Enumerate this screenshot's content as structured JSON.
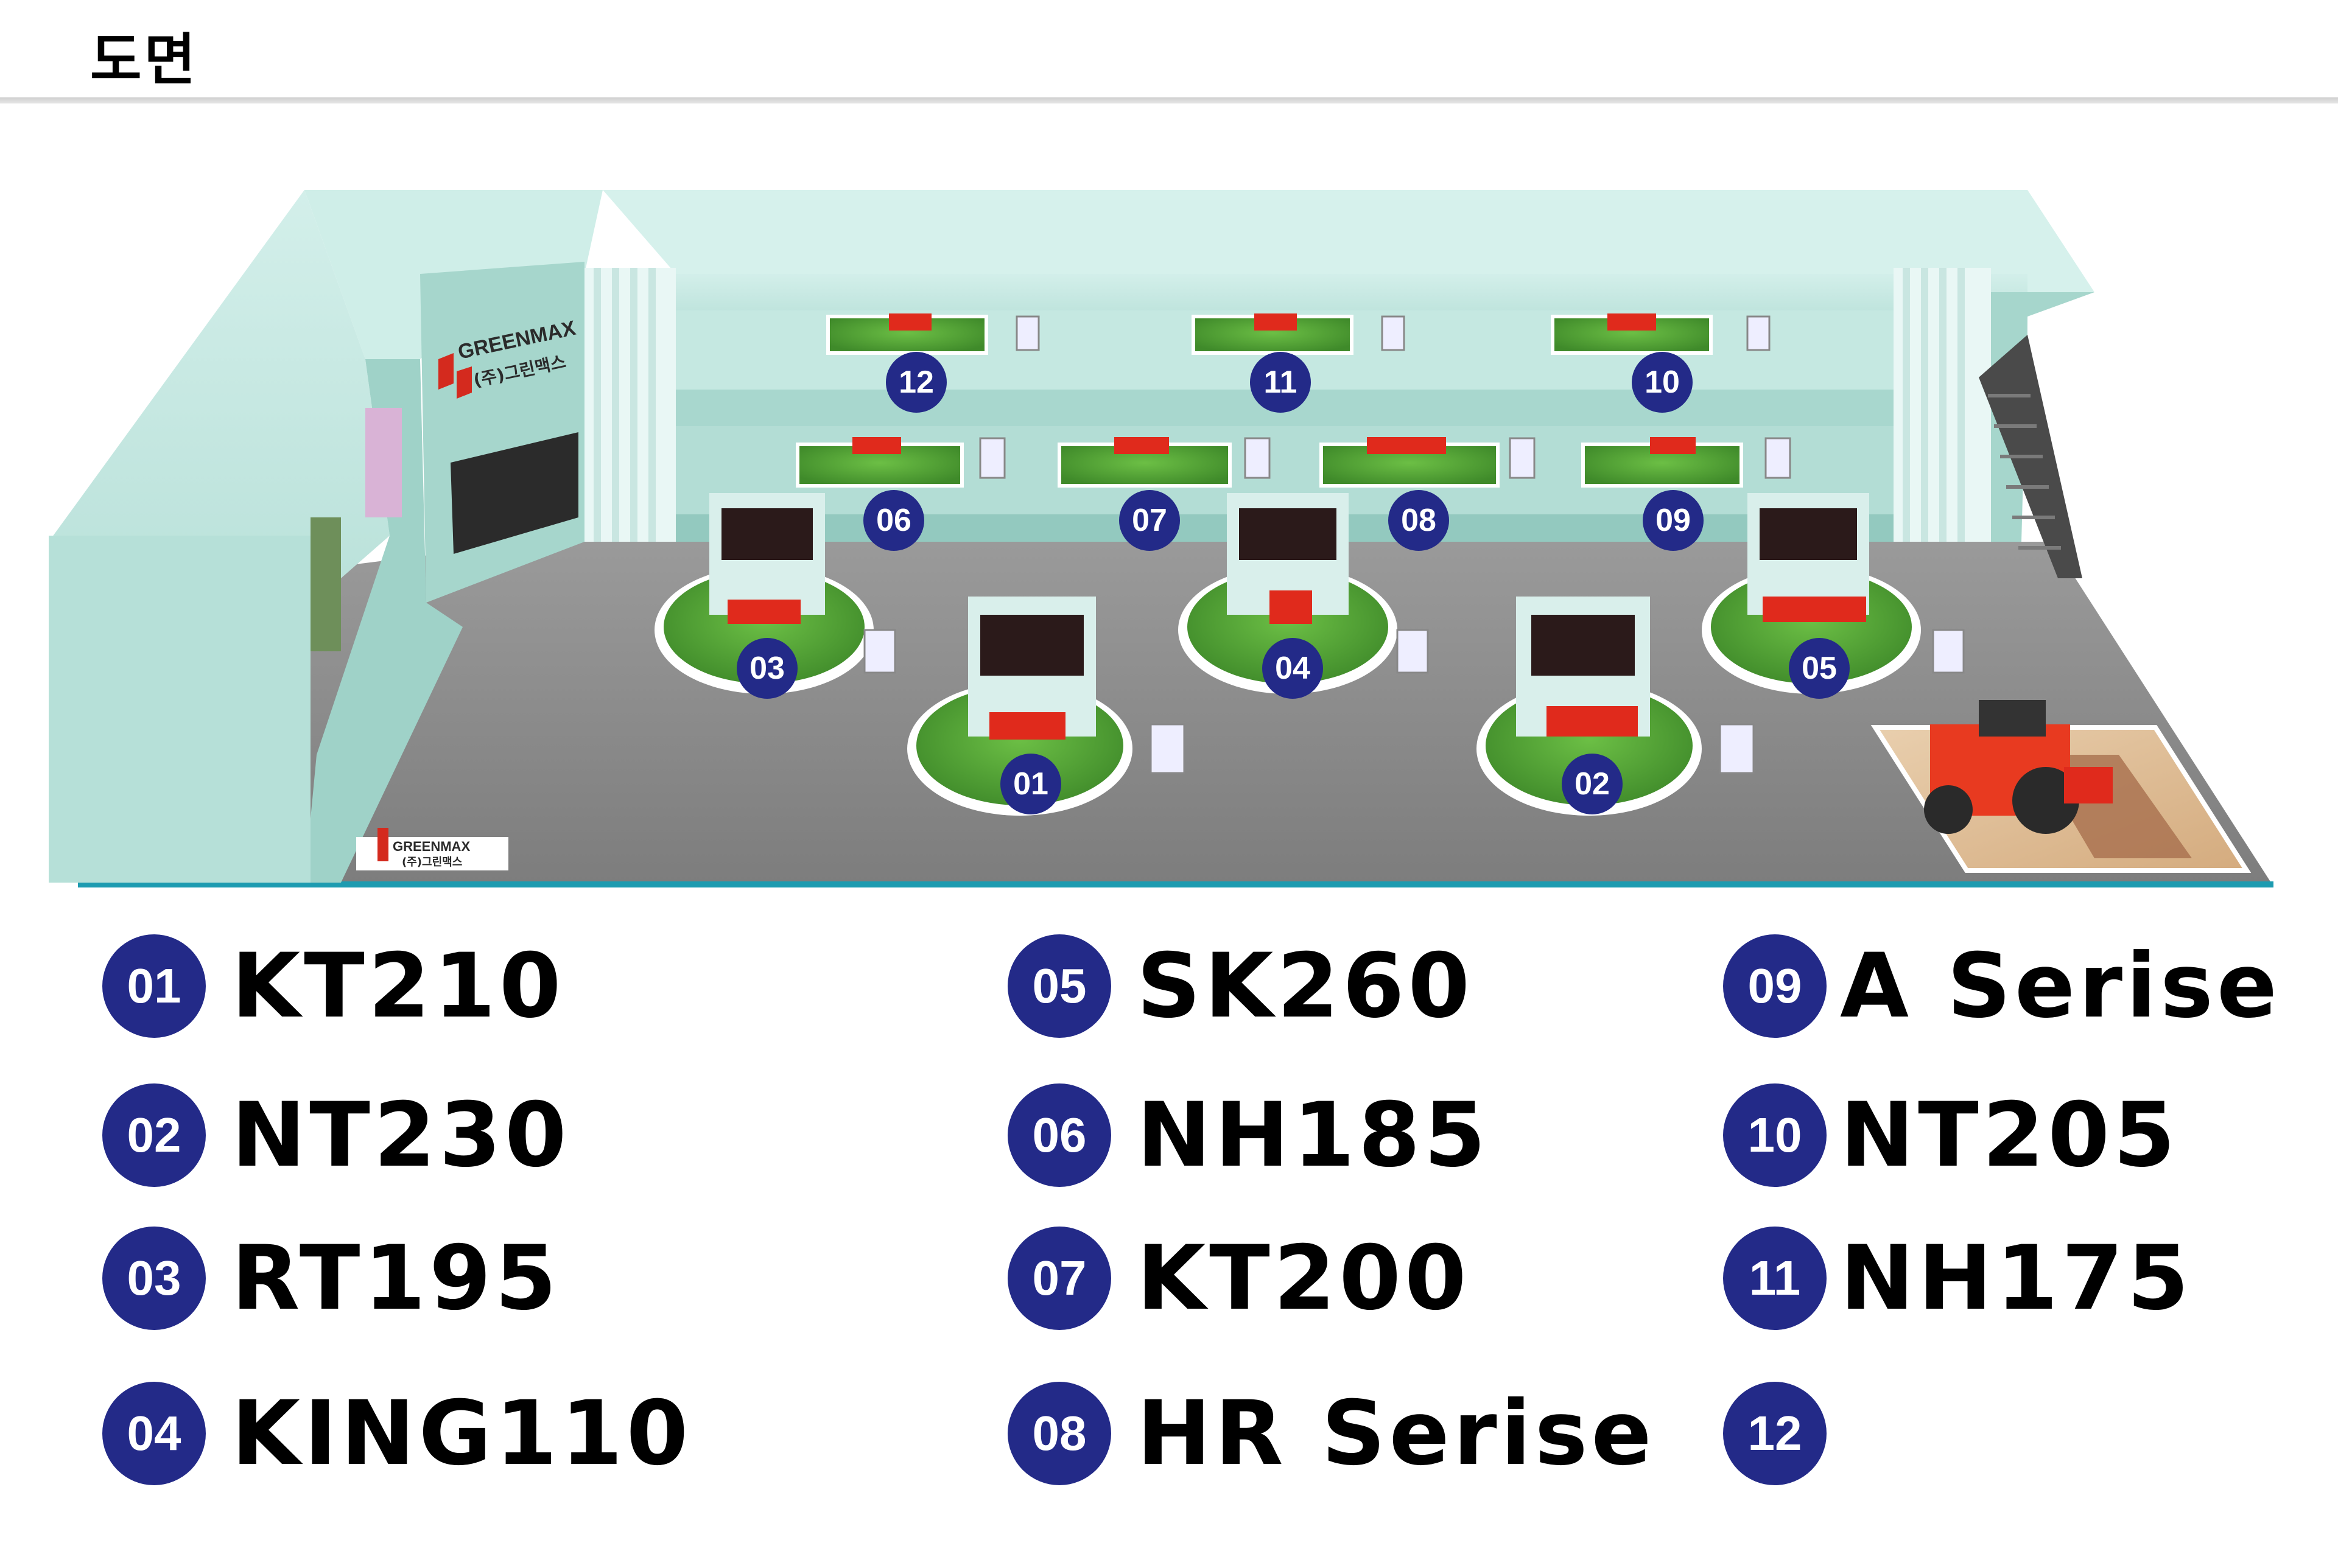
{
  "header": {
    "title": "도면"
  },
  "booth": {
    "brand_name": "GREENMAX",
    "brand_korean": "(주)그린맥스"
  },
  "markers": [
    "01",
    "02",
    "03",
    "04",
    "05",
    "06",
    "07",
    "08",
    "09",
    "10",
    "11",
    "12"
  ],
  "legend": {
    "items": [
      {
        "num": "01",
        "label": "KT210"
      },
      {
        "num": "02",
        "label": "NT230"
      },
      {
        "num": "03",
        "label": "RT195"
      },
      {
        "num": "04",
        "label": "KING110"
      },
      {
        "num": "05",
        "label": "SK260"
      },
      {
        "num": "06",
        "label": "NH185"
      },
      {
        "num": "07",
        "label": "KT200"
      },
      {
        "num": "08",
        "label": "HR Serise"
      },
      {
        "num": "09",
        "label": "A Serise"
      },
      {
        "num": "10",
        "label": "NT205"
      },
      {
        "num": "11",
        "label": "NH175"
      },
      {
        "num": "12",
        "label": ""
      }
    ]
  },
  "colors": {
    "badge": "#232a88",
    "wall": "#bfe6df",
    "floor": "#8f8f8f",
    "grass": "#4e9a33",
    "machine": "#e02a1c",
    "brand_red": "#d42a1e"
  }
}
